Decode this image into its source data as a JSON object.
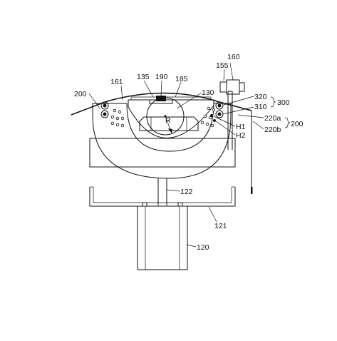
{
  "labels": {
    "l160": "160",
    "l155": "155",
    "l135": "135",
    "l190": "190",
    "l185": "185",
    "l161": "161",
    "l200_left": "200",
    "l130": "130",
    "l320": "320",
    "l300": "300",
    "l310": "310",
    "l220a": "220a",
    "l220b": "220b",
    "l200_right": "200",
    "lR": "R",
    "lH1": "H1",
    "lH2": "H2",
    "l122": "122",
    "l121": "121",
    "l120": "120"
  }
}
